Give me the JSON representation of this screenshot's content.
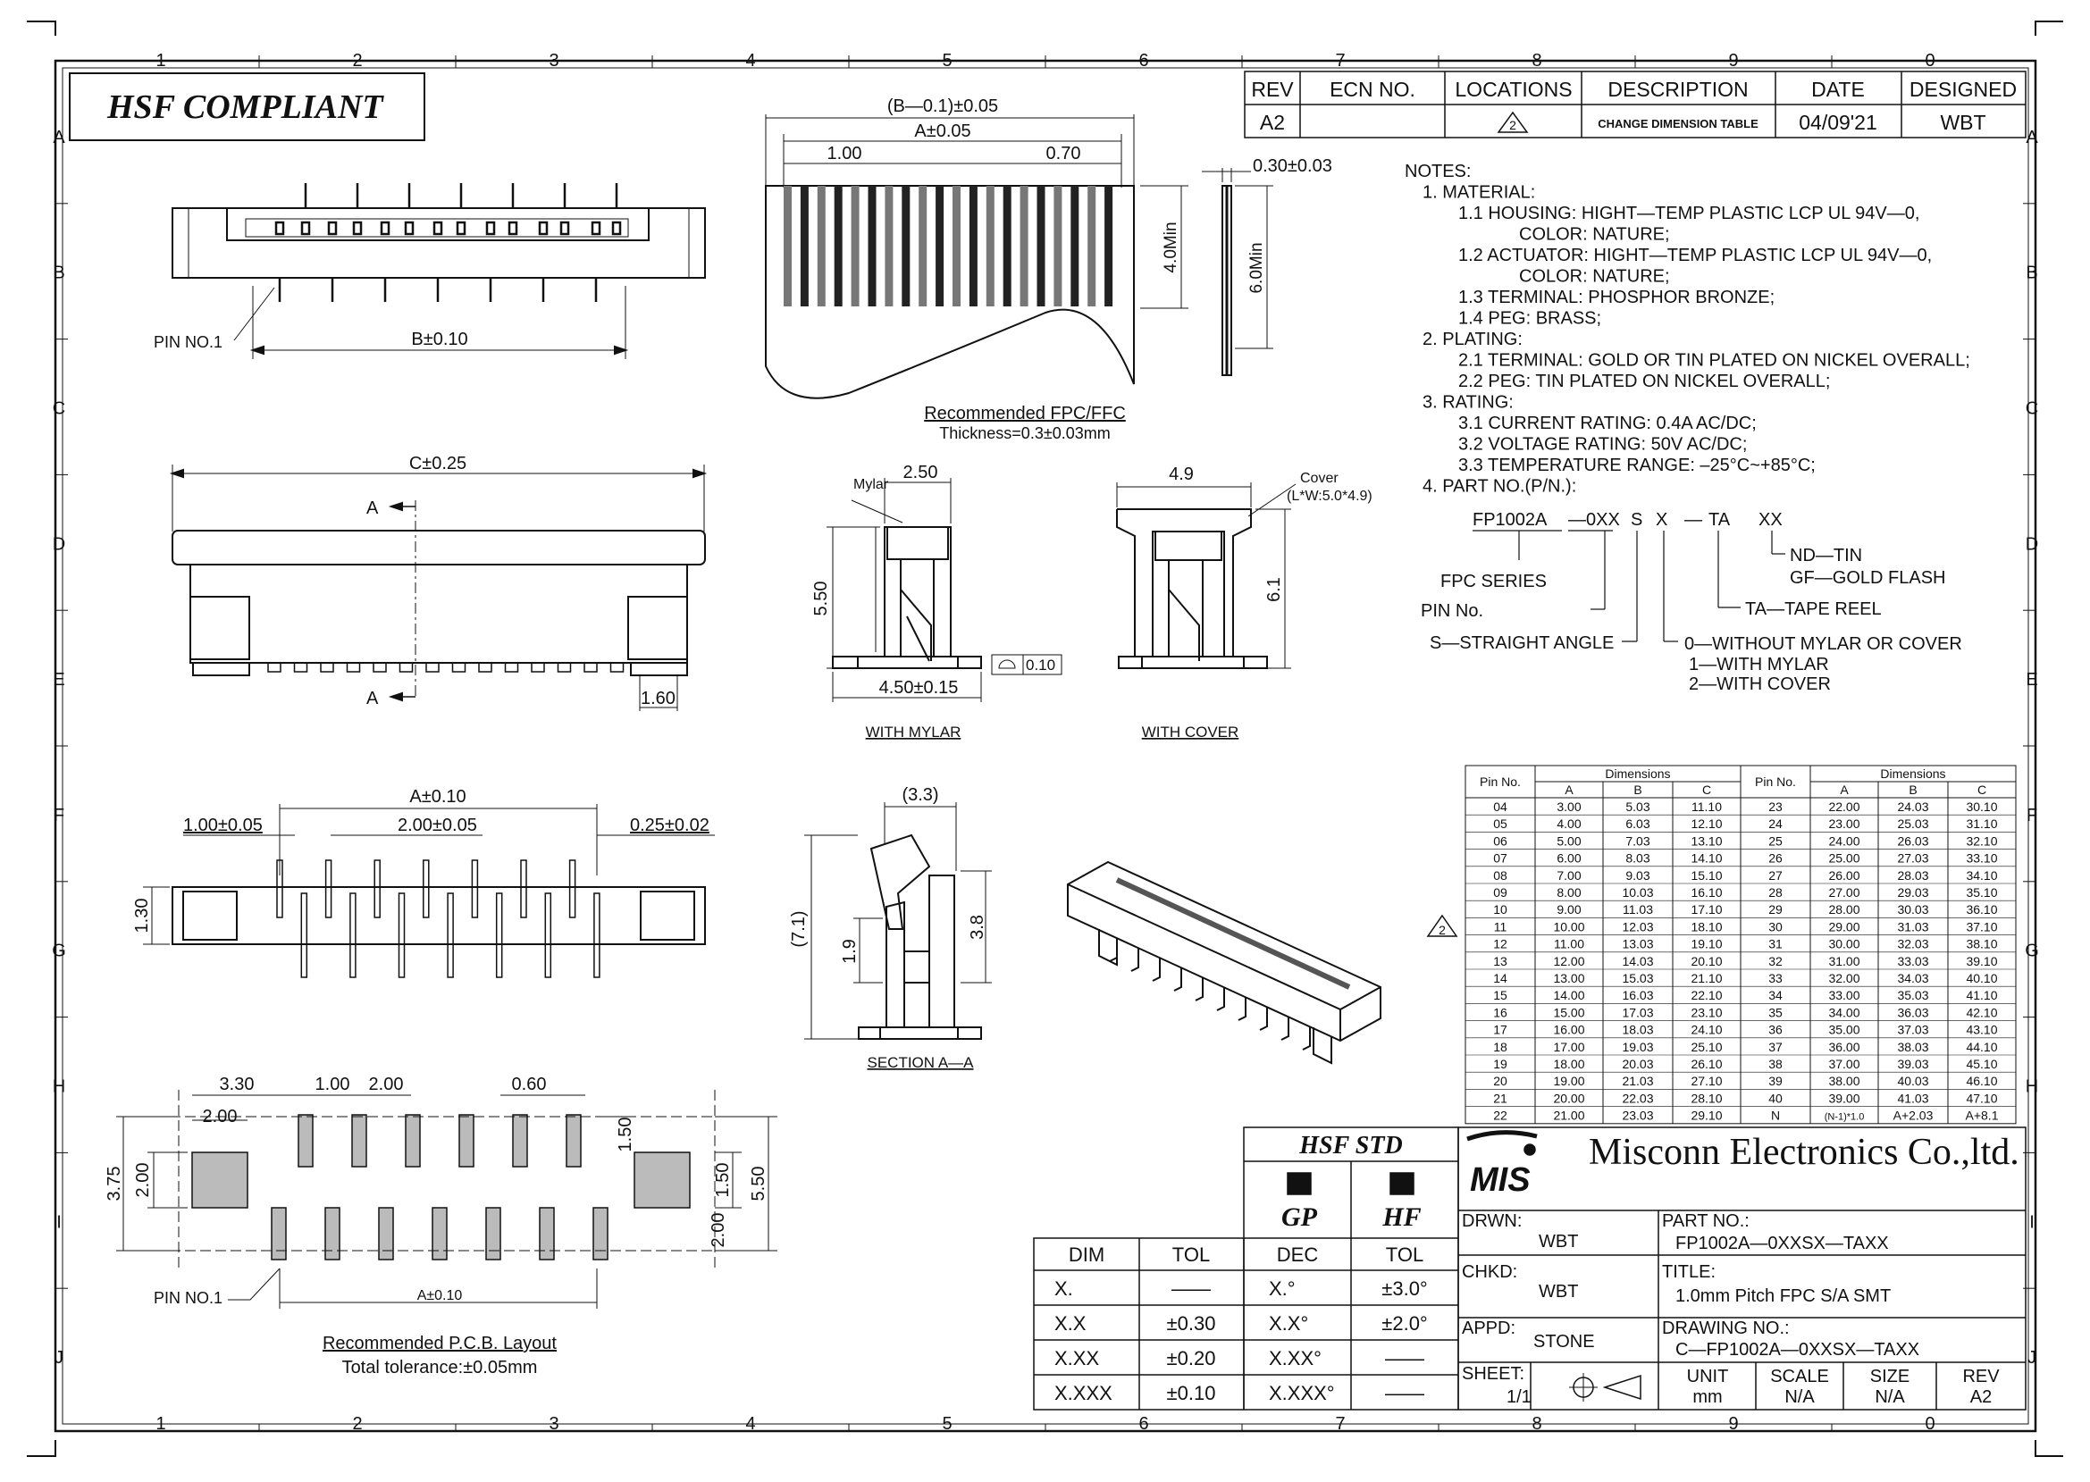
{
  "frame": {
    "cols": [
      "1",
      "2",
      "3",
      "4",
      "5",
      "6",
      "7",
      "8",
      "9",
      "0"
    ],
    "rows": [
      "A",
      "B",
      "C",
      "D",
      "E",
      "F",
      "G",
      "H",
      "I",
      "J"
    ]
  },
  "compliance": {
    "label": "HSF COMPLIANT"
  },
  "revision": {
    "headers": [
      "REV",
      "ECN NO.",
      "LOCATIONS",
      "DESCRIPTION",
      "DATE",
      "DESIGNED"
    ],
    "row": {
      "rev": "A2",
      "ecn": "",
      "location": "2",
      "description": "CHANGE DIMENSION TABLE",
      "date": "04/09'21",
      "designed": "WBT"
    }
  },
  "notes": [
    "NOTES:",
    "1.  MATERIAL:",
    "1.1  HOUSING:  HIGHT—TEMP  PLASTIC  LCP  UL  94V—0,",
    "COLOR:  NATURE;",
    "1.2  ACTUATOR:  HIGHT—TEMP  PLASTIC  LCP  UL  94V—0,",
    "COLOR:  NATURE;",
    "1.3  TERMINAL:  PHOSPHOR  BRONZE;",
    "1.4  PEG:  BRASS;",
    "2.  PLATING:",
    "2.1  TERMINAL:  GOLD  OR  TIN  PLATED  ON  NICKEL  OVERALL;",
    "2.2  PEG:  TIN  PLATED  ON  NICKEL  OVERALL;",
    "3.  RATING:",
    "3.1  CURRENT  RATING:  0.4A  AC/DC;",
    "3.2  VOLTAGE  RATING:  50V  AC/DC;",
    "3.3  TEMPERATURE  RANGE:  –25°C~+85°C;",
    "4.  PART  NO.(P/N.):"
  ],
  "part_breakdown": {
    "fp": "FP1002A",
    "oxx": "—0XX",
    "s": "S",
    "x": "X",
    "dash": "—",
    "ta": "TA",
    "xx": "XX",
    "nd_tin": "ND—TIN",
    "gf": "GF—GOLD  FLASH",
    "fpc_series": "FPC  SERIES",
    "ta_reel": "TA—TAPE  REEL",
    "pin_no": "PIN  No.",
    "s_angle": "S—STRAIGHT  ANGLE",
    "opt0": "0—WITHOUT  MYLAR  OR  COVER",
    "opt1": "1—WITH  MYLAR",
    "opt2": "2—WITH  COVER"
  },
  "labels": {
    "pin_no1": "PIN  NO.1",
    "b010": "B±0.10",
    "c025": "C±0.25",
    "a_mark": "A",
    "d160": "1.60",
    "b01005": "(B—0.1)±0.05",
    "a005": "A±0.05",
    "d100": "1.00",
    "d070": "0.70",
    "d40min": "4.0Min",
    "fpc_title": "Recommended  FPC/FFC",
    "fpc_thick": "Thickness=0.3±0.03mm",
    "d030": "0.30±0.03",
    "d60min": "6.0Min",
    "mylar": "Mylar",
    "d250": "2.50",
    "d550": "5.50",
    "d450": "4.50±0.15",
    "d010flat": "0.10",
    "with_mylar": "WITH  MYLAR",
    "d49": "4.9",
    "cover": "Cover",
    "cover_dim": "(L*W:5.0*4.9)",
    "d61": "6.1",
    "with_cover": "WITH  COVER",
    "a010": "A±0.10",
    "d100_005": "1.00±0.05",
    "d200_005": "2.00±0.05",
    "d025_002": "0.25±0.02",
    "d130": "1.30",
    "d33": "(3.3)",
    "d71": "(7.1)",
    "d19": "1.9",
    "d38": "3.8",
    "section": "SECTION  A—A",
    "p330": "3.30",
    "p100": "1.00",
    "p200": "2.00",
    "p060": "0.60",
    "p200b": "2.00",
    "p150": "1.50",
    "p375": "3.75",
    "p200c": "2.00",
    "p150b": "1.50",
    "p550": "5.50",
    "p200d": "2.00",
    "pa010": "A±0.10",
    "pcb_title": "Recommended  P.C.B.  Layout",
    "pcb_tol": "Total  tolerance:±0.05mm",
    "rev_mark": "2"
  },
  "dimension_table": {
    "pin_header": "Pin No.",
    "dims_header": "Dimensions",
    "cols": [
      "A",
      "B",
      "C"
    ],
    "left": [
      [
        "04",
        "3.00",
        "5.03",
        "11.10"
      ],
      [
        "05",
        "4.00",
        "6.03",
        "12.10"
      ],
      [
        "06",
        "5.00",
        "7.03",
        "13.10"
      ],
      [
        "07",
        "6.00",
        "8.03",
        "14.10"
      ],
      [
        "08",
        "7.00",
        "9.03",
        "15.10"
      ],
      [
        "09",
        "8.00",
        "10.03",
        "16.10"
      ],
      [
        "10",
        "9.00",
        "11.03",
        "17.10"
      ],
      [
        "11",
        "10.00",
        "12.03",
        "18.10"
      ],
      [
        "12",
        "11.00",
        "13.03",
        "19.10"
      ],
      [
        "13",
        "12.00",
        "14.03",
        "20.10"
      ],
      [
        "14",
        "13.00",
        "15.03",
        "21.10"
      ],
      [
        "15",
        "14.00",
        "16.03",
        "22.10"
      ],
      [
        "16",
        "15.00",
        "17.03",
        "23.10"
      ],
      [
        "17",
        "16.00",
        "18.03",
        "24.10"
      ],
      [
        "18",
        "17.00",
        "19.03",
        "25.10"
      ],
      [
        "19",
        "18.00",
        "20.03",
        "26.10"
      ],
      [
        "20",
        "19.00",
        "21.03",
        "27.10"
      ],
      [
        "21",
        "20.00",
        "22.03",
        "28.10"
      ],
      [
        "22",
        "21.00",
        "23.03",
        "29.10"
      ]
    ],
    "right": [
      [
        "23",
        "22.00",
        "24.03",
        "30.10"
      ],
      [
        "24",
        "23.00",
        "25.03",
        "31.10"
      ],
      [
        "25",
        "24.00",
        "26.03",
        "32.10"
      ],
      [
        "26",
        "25.00",
        "27.03",
        "33.10"
      ],
      [
        "27",
        "26.00",
        "28.03",
        "34.10"
      ],
      [
        "28",
        "27.00",
        "29.03",
        "35.10"
      ],
      [
        "29",
        "28.00",
        "30.03",
        "36.10"
      ],
      [
        "30",
        "29.00",
        "31.03",
        "37.10"
      ],
      [
        "31",
        "30.00",
        "32.03",
        "38.10"
      ],
      [
        "32",
        "31.00",
        "33.03",
        "39.10"
      ],
      [
        "33",
        "32.00",
        "34.03",
        "40.10"
      ],
      [
        "34",
        "33.00",
        "35.03",
        "41.10"
      ],
      [
        "35",
        "34.00",
        "36.03",
        "42.10"
      ],
      [
        "36",
        "35.00",
        "37.03",
        "43.10"
      ],
      [
        "37",
        "36.00",
        "38.03",
        "44.10"
      ],
      [
        "38",
        "37.00",
        "39.03",
        "45.10"
      ],
      [
        "39",
        "38.00",
        "40.03",
        "46.10"
      ],
      [
        "40",
        "39.00",
        "41.03",
        "47.10"
      ],
      [
        "N",
        "(N-1)*1.0",
        "A+2.03",
        "A+8.1"
      ]
    ]
  },
  "tolerance_table": {
    "dim_header": "DIM",
    "tol_header": "TOL",
    "dec_header": "DEC",
    "tol2_header": "TOL",
    "hsf_std": "HSF  STD",
    "gp": "GP",
    "hf": "HF",
    "rows": [
      [
        "X.",
        "——",
        "X.°",
        "±3.0°"
      ],
      [
        "X.X",
        "±0.30",
        "X.X°",
        "±2.0°"
      ],
      [
        "X.XX",
        "±0.20",
        "X.XX°",
        "——"
      ],
      [
        "X.XXX",
        "±0.10",
        "X.XXX°",
        "——"
      ]
    ]
  },
  "title_block": {
    "logo": "MIS",
    "company": "Misconn  Electronics  Co.,ltd.",
    "drwn_label": "DRWN:",
    "drwn": "WBT",
    "part_label": "PART  NO.:",
    "part": "FP1002A—0XXSX—TAXX",
    "chkd_label": "CHKD:",
    "chkd": "WBT",
    "title_label": "TITLE:",
    "title": "1.0mm  Pitch  FPC  S/A  SMT",
    "appd_label": "APPD:",
    "appd": "STONE",
    "dwg_label": "DRAWING  NO.:",
    "dwg": "C—FP1002A—0XXSX—TAXX",
    "sheet_label": "SHEET:",
    "sheet": "1/1",
    "unit_label": "UNIT",
    "unit": "mm",
    "scale_label": "SCALE",
    "scale": "N/A",
    "size_label": "SIZE",
    "size": "N/A",
    "rev_label": "REV",
    "rev": "A2"
  }
}
